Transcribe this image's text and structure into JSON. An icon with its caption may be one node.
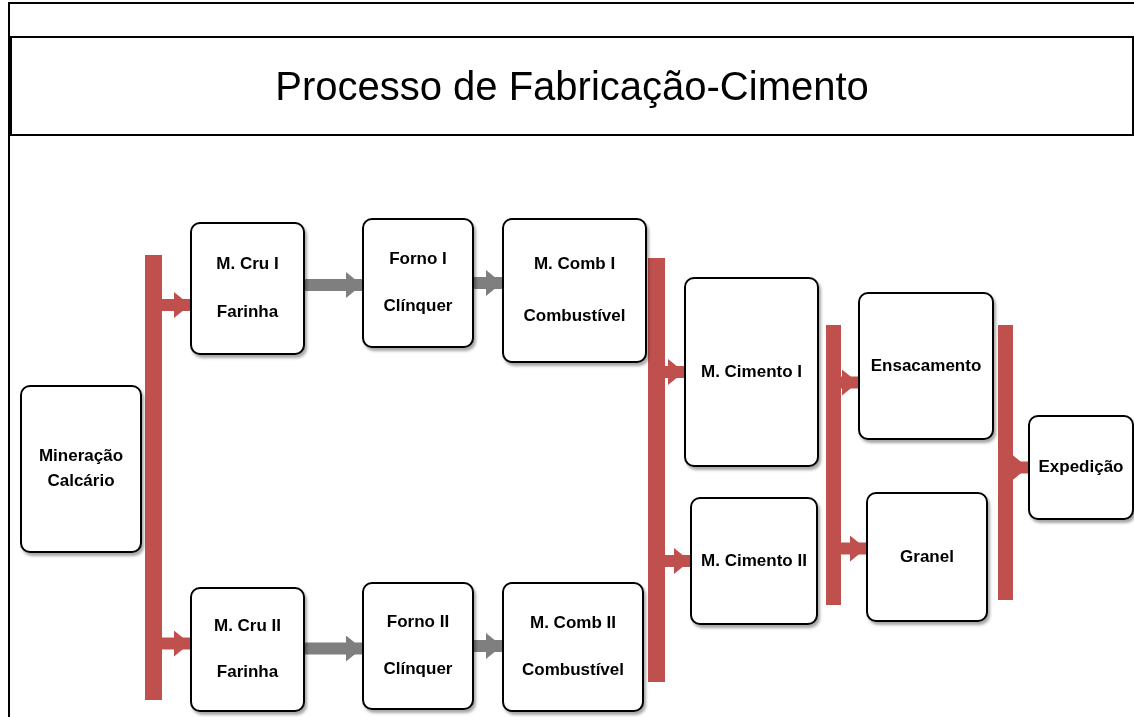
{
  "diagram": {
    "title": "Processo de Fabricação-Cimento",
    "nodes": [
      {
        "text": [
          "Mineração Calcário"
        ]
      },
      {
        "text": [],
        "shape": "bar"
      },
      {
        "text": [
          "M. Cru I",
          "Farinha"
        ]
      },
      {
        "text": [
          "M. Cru II",
          "Farinha"
        ]
      },
      {
        "text": [
          "Forno I",
          "Clínquer"
        ]
      },
      {
        "text": [
          "Forno II",
          "Clínquer"
        ]
      },
      {
        "text": [
          "M. Comb I",
          "Combustível"
        ]
      },
      {
        "text": [
          "M. Comb II",
          "Combustível"
        ]
      },
      {
        "text": [],
        "shape": "bar"
      },
      {
        "text": [
          "M. Cimento I"
        ]
      },
      {
        "text": [
          "M. Cimento II"
        ]
      },
      {
        "text": [],
        "shape": "bar"
      },
      {
        "text": [
          "Ensacamento"
        ]
      },
      {
        "text": [
          "Granel"
        ]
      },
      {
        "text": [],
        "shape": "bar"
      },
      {
        "text": [
          "Expedição"
        ]
      }
    ],
    "edges": [
      {
        "from": 1,
        "to": 2,
        "arrow": "to"
      },
      {
        "from": 1,
        "to": 3,
        "arrow": "to"
      },
      {
        "from": 2,
        "to": 4,
        "arrow": "to",
        "color": "#7f7f7f"
      },
      {
        "from": 4,
        "to": 6,
        "arrow": "to",
        "color": "#7f7f7f"
      },
      {
        "from": 3,
        "to": 5,
        "arrow": "to",
        "color": "#7f7f7f"
      },
      {
        "from": 5,
        "to": 7,
        "arrow": "to",
        "color": "#7f7f7f"
      },
      {
        "from": 8,
        "to": 9,
        "arrow": "to"
      },
      {
        "from": 8,
        "to": 10,
        "arrow": "to"
      },
      {
        "from": 11,
        "to": 12,
        "arrow": "to"
      },
      {
        "from": 11,
        "to": 13,
        "arrow": "to"
      },
      {
        "from": 14,
        "to": 15,
        "arrow": "to"
      }
    ]
  }
}
